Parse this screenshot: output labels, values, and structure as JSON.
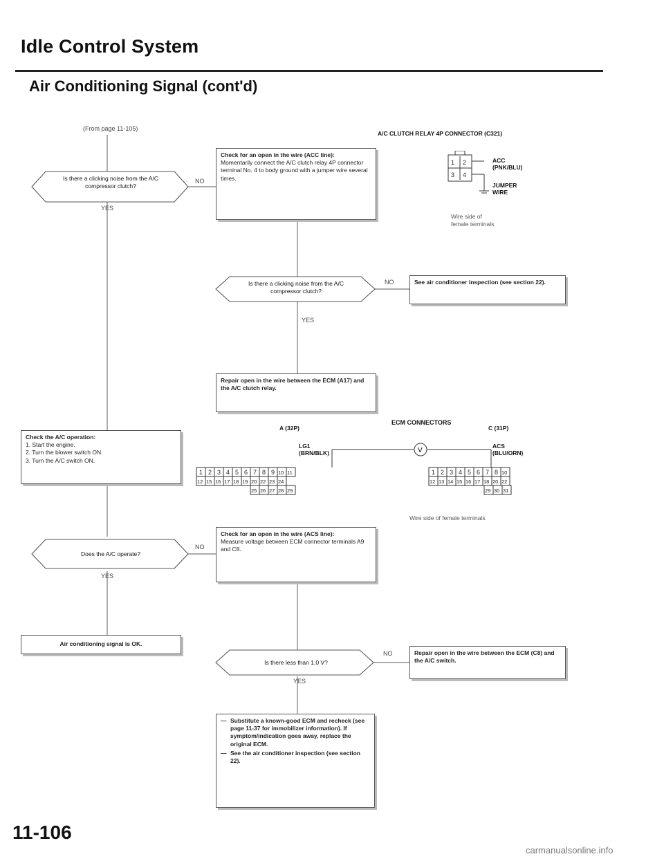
{
  "header": {
    "title": "Idle Control System",
    "section": "Air Conditioning Signal (cont'd)"
  },
  "from_page": "(From page 11-105)",
  "flow": {
    "q1": "Is there a clicking noise from the A/C compressor clutch?",
    "q1_yes": "YES",
    "q1_no": "NO",
    "box_acc_check": {
      "heading": "Check for an open in the wire (ACC line):",
      "body": "Momentarily connect the A/C clutch relay 4P connector terminal No. 4 to body ground with a jumper wire several times."
    },
    "q2": "Is there a clicking noise from the A/C compressor clutch?",
    "q2_yes": "YES",
    "q2_no": "NO",
    "box_see_ac": "See air conditioner inspection (see section 22).",
    "box_repair_a17": "Repair open in the wire between the ECM (A17) and the A/C clutch relay.",
    "box_check_ac_op": {
      "heading": "Check the A/C operation:",
      "steps": [
        "1. Start the engine.",
        "2. Turn the blower switch ON.",
        "3. Turn the A/C switch ON."
      ]
    },
    "q3": "Does the A/C operate?",
    "q3_yes": "YES",
    "q3_no": "NO",
    "box_acs_check": {
      "heading": "Check for an open in the wire (ACS line):",
      "body": "Measure voltage between ECM connector terminals A9 and C8."
    },
    "box_ok": "Air conditioning signal is OK.",
    "q4": "Is there less than 1.0 V?",
    "q4_yes": "YES",
    "q4_no": "NO",
    "box_repair_c8": "Repair open in the wire between the ECM (C8) and the A/C switch.",
    "box_substitute": {
      "item1": "Substitute a known-good ECM and recheck (see page 11-37 for immobilizer information). If symptom/indication goes away, replace the original ECM.",
      "item2": "See the air conditioner inspection (see section 22)."
    }
  },
  "relay_diagram": {
    "title": "A/C CLUTCH RELAY 4P CONNECTOR (C321)",
    "acc_label": "ACC",
    "acc_color": "(PNK/BLU)",
    "jumper_label": "JUMPER",
    "wire_label": "WIRE",
    "caption_line1": "Wire side of",
    "caption_line2": "female terminals",
    "cells": [
      "1",
      "2",
      "3",
      "4"
    ]
  },
  "ecm_diagram": {
    "title": "ECM CONNECTORS",
    "a_label": "A (32P)",
    "c_label": "C (31P)",
    "lg1_label": "LG1",
    "lg1_color": "(BRN/BLK)",
    "acs_label": "ACS",
    "acs_color": "(BLU/ORN)",
    "meter_symbol": "V",
    "caption": "Wire side of female terminals",
    "a_row1": [
      "1",
      "2",
      "3",
      "4",
      "5",
      "6",
      "7",
      "8",
      "9",
      "10",
      "11"
    ],
    "a_row2": [
      "12",
      "15",
      "16",
      "17",
      "18",
      "19",
      "20",
      "22",
      "23",
      "24"
    ],
    "a_row3": [
      "25",
      "26",
      "27",
      "28",
      "29"
    ],
    "c_row1": [
      "1",
      "2",
      "3",
      "4",
      "5",
      "6",
      "7",
      "8",
      "10"
    ],
    "c_row2": [
      "12",
      "13",
      "14",
      "15",
      "16",
      "17",
      "18",
      "20",
      "22"
    ],
    "c_row3": [
      "29",
      "30",
      "31"
    ]
  },
  "page_number": "11-106",
  "watermark": "carmanualsonline.info"
}
